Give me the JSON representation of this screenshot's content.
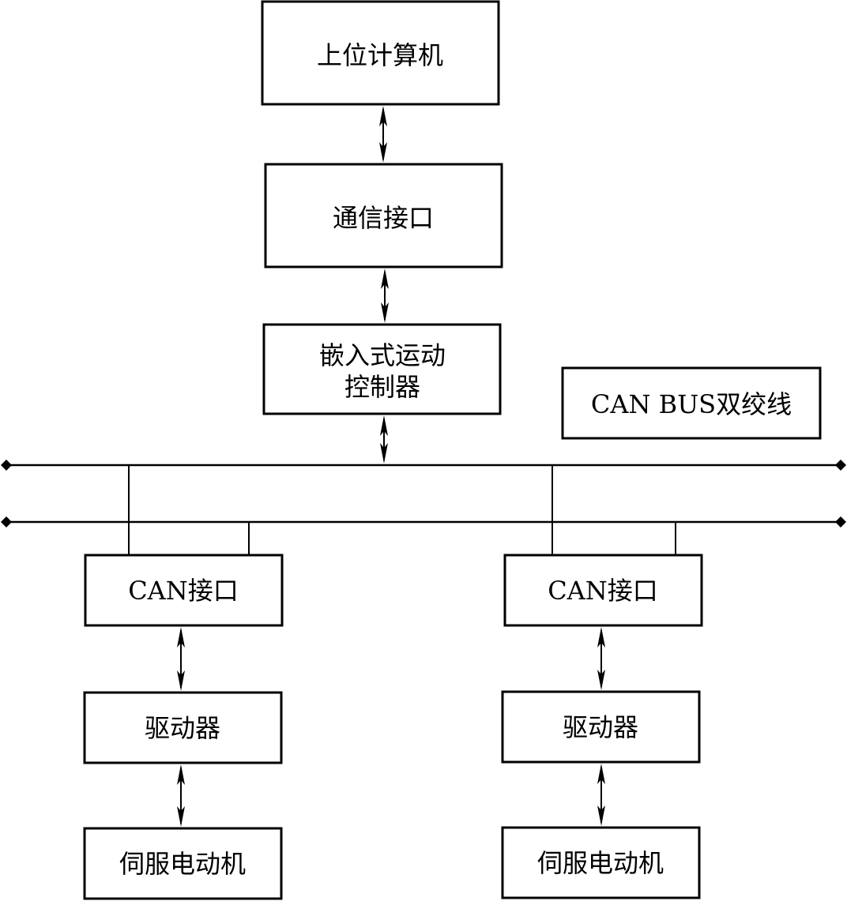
{
  "diagram": {
    "title": "CAN bus motion control system",
    "nodes": {
      "host_computer": "上位计算机",
      "comm_interface": "通信接口",
      "controller_line1": "嵌入式运动",
      "controller_line2": "控制器",
      "bus_legend": "CAN BUS双绞线",
      "left_can_interface": "CAN接口",
      "left_driver": "驱动器",
      "left_servo_motor": "伺服电动机",
      "right_can_interface": "CAN接口",
      "right_driver": "驱动器",
      "right_servo_motor": "伺服电动机"
    },
    "edges": [
      {
        "from": "host_computer",
        "to": "comm_interface",
        "type": "bidirectional"
      },
      {
        "from": "comm_interface",
        "to": "embedded_motion_controller",
        "type": "bidirectional"
      },
      {
        "from": "embedded_motion_controller",
        "to": "can_bus",
        "type": "bidirectional"
      },
      {
        "from": "can_bus",
        "to": "left_can_interface",
        "type": "line"
      },
      {
        "from": "can_bus",
        "to": "right_can_interface",
        "type": "line"
      },
      {
        "from": "left_can_interface",
        "to": "left_driver",
        "type": "bidirectional"
      },
      {
        "from": "left_driver",
        "to": "left_servo_motor",
        "type": "bidirectional"
      },
      {
        "from": "right_can_interface",
        "to": "right_driver",
        "type": "bidirectional"
      },
      {
        "from": "right_driver",
        "to": "right_servo_motor",
        "type": "bidirectional"
      }
    ],
    "colors": {
      "stroke": "#000000",
      "background": "#ffffff"
    }
  }
}
